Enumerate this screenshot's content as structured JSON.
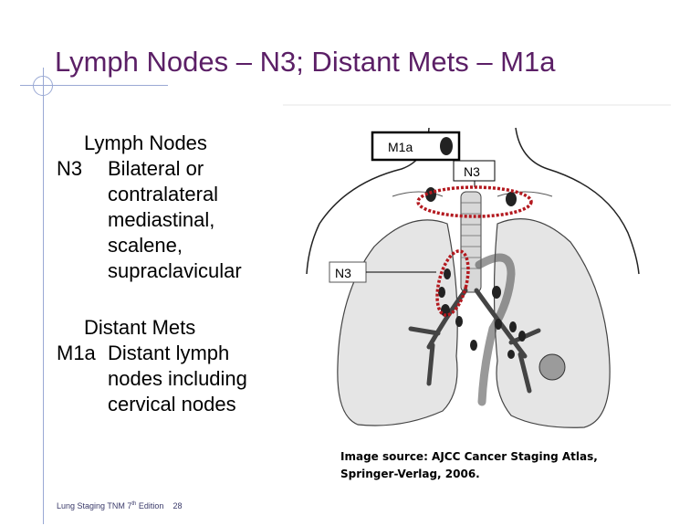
{
  "slide": {
    "title": "Lymph Nodes – N3; Distant Mets – M1a",
    "n_section": {
      "heading": "Lymph Nodes",
      "code": "N3",
      "lines": [
        "Bilateral or",
        "contralateral",
        "mediastinal,",
        "scalene,",
        "supraclavicular"
      ]
    },
    "m_section": {
      "heading": "Distant Mets",
      "code": "M1a",
      "lines": [
        "Distant lymph",
        "nodes including",
        "cervical nodes"
      ]
    }
  },
  "figure": {
    "label_m1a": "M1a",
    "label_n3_top": "N3",
    "label_n3_left": "N3",
    "caption_line1": "Image source: AJCC Cancer Staging Atlas,",
    "caption_line2": "Springer-Verlag, 2006.",
    "highlight_color": "#b3191f"
  },
  "footer": {
    "text": "Lung Staging TNM 7",
    "sup": "th",
    "text2": " Edition",
    "page": "28"
  }
}
